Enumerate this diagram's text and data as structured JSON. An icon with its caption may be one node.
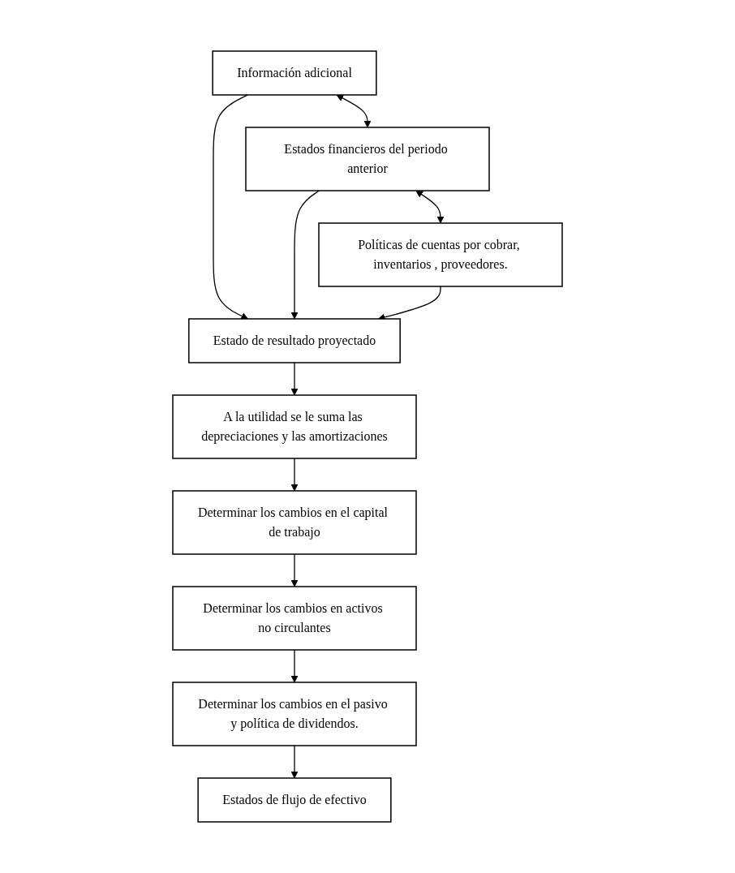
{
  "diagram": {
    "nodes": [
      {
        "text": [
          "Información adicional"
        ]
      },
      {
        "text": [
          "Estados financieros del periodo anterior"
        ]
      },
      {
        "text": [
          "Políticas de cuentas por cobrar, inventarios , proveedores."
        ]
      },
      {
        "text": [
          "Estado de resultado proyectado"
        ]
      },
      {
        "text": [
          "A la utilidad se le suma las depreciaciones y las amortizaciones"
        ]
      },
      {
        "text": [
          "Determinar los cambios en el capital de trabajo"
        ]
      },
      {
        "text": [
          "Determinar los cambios en activos no circulantes"
        ]
      },
      {
        "text": [
          "Determinar los cambios en el pasivo y política de dividendos."
        ]
      },
      {
        "text": [
          "Estados de flujo de efectivo"
        ]
      }
    ],
    "edges": [
      {
        "from": 0,
        "to": 1,
        "arrow": "both"
      },
      {
        "from": 1,
        "to": 2,
        "arrow": "both"
      },
      {
        "from": 0,
        "to": 3,
        "arrow": "to"
      },
      {
        "from": 1,
        "to": 3,
        "arrow": "to"
      },
      {
        "from": 2,
        "to": 3,
        "arrow": "to"
      },
      {
        "from": 3,
        "to": 4,
        "arrow": "to"
      },
      {
        "from": 4,
        "to": 5,
        "arrow": "to"
      },
      {
        "from": 5,
        "to": 6,
        "arrow": "to"
      },
      {
        "from": 6,
        "to": 7,
        "arrow": "to"
      },
      {
        "from": 7,
        "to": 8,
        "arrow": "to"
      }
    ]
  }
}
